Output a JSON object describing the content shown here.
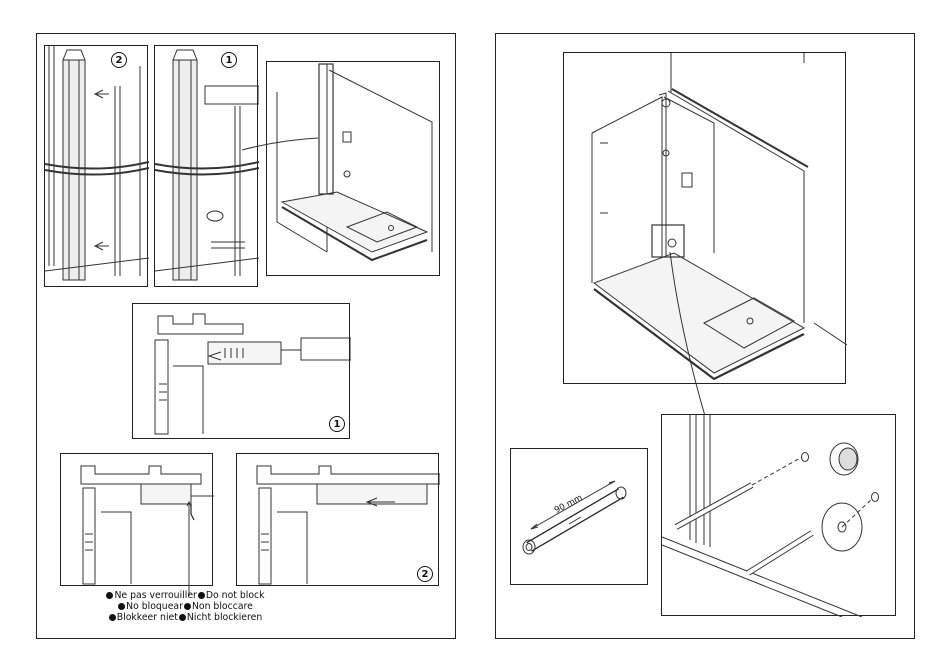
{
  "left_page": {
    "steps": {
      "step_top_left": "2",
      "step_top_right": "1",
      "step_detail_1": "1",
      "step_detail_2": "2"
    },
    "caption_lines": [
      [
        "Ne pas verrouiller",
        "Do not block"
      ],
      [
        "No bloquear",
        "Non bloccare"
      ],
      [
        "Blokkeer niet",
        "Nicht blockieren"
      ]
    ]
  },
  "right_page": {
    "dimension_label": "90 mm"
  }
}
